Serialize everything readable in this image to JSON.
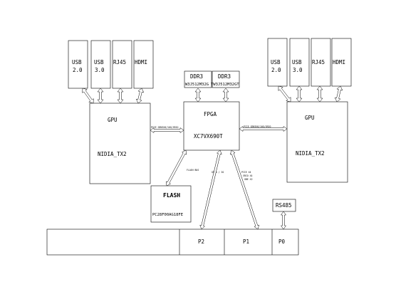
{
  "left_ports": [
    {
      "line1": "USB",
      "line2": "2.0"
    },
    {
      "line1": "USB",
      "line2": "3.0"
    },
    {
      "line1": "RJ45",
      "line2": ""
    },
    {
      "line1": "HDMI",
      "line2": ""
    }
  ],
  "right_ports": [
    {
      "line1": "USB",
      "line2": "2.0"
    },
    {
      "line1": "USB",
      "line2": "3.0"
    },
    {
      "line1": "RJ45",
      "line2": ""
    },
    {
      "line1": "HDMI",
      "line2": ""
    }
  ],
  "gpu_left": {
    "title": "GPU",
    "model": "NIDIA_TX2"
  },
  "gpu_right": {
    "title": "GPU",
    "model": "NIDIA_TX2"
  },
  "fpga": {
    "title": "FPGA",
    "model": "XC7VX690T"
  },
  "ddr": [
    {
      "title": "DDR3",
      "part": "W3J512M32G"
    },
    {
      "title": "DDR3",
      "part": "TW3J512M32GT"
    }
  ],
  "flash": {
    "title": "FLASH",
    "part": "PC28F00AG18FE"
  },
  "rs485": {
    "title": "RS485"
  },
  "backplane": {
    "p2": "P2",
    "p1": "P1",
    "p0": "P0"
  },
  "link_labels": {
    "left_link": "PCIE GEN3X8/10G/SRIO",
    "right_link": "PCIE GEN3X8/10G/SRIO",
    "flash_link": "FLASH BUS",
    "p2_link": "GPIO / IO",
    "p1_link_1": "PCIE X4",
    "p1_link_2": "SRIO X4",
    "p1_link_3": "GBE X2"
  }
}
